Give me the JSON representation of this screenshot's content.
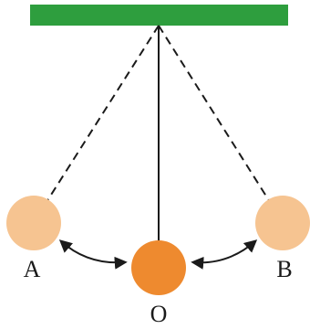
{
  "labels": {
    "left": "A",
    "center": "O",
    "right": "B"
  },
  "colors": {
    "support": "#2e9e3e",
    "bob_rest": "#ee8a2f",
    "bob_extreme": "#f6c491",
    "line": "#1a1a1a",
    "arrow": "#1a1a1a",
    "text": "#1a1a1a"
  }
}
